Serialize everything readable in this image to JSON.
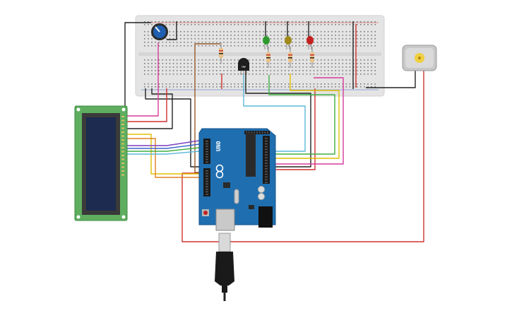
{
  "components": {
    "arduino": {
      "logo_text": "UNO",
      "brand_symbol": "infinity-logo",
      "board_color": "#1f6fb0"
    },
    "temperature_sensor": {
      "label": "TMP"
    },
    "lcd": {
      "pcb_color": "#5fae60",
      "screen_color": "#1c2b4f"
    },
    "leds": [
      {
        "name": "green-led",
        "color": "#2e9a2e"
      },
      {
        "name": "yellow-led",
        "color": "#a08a1a"
      },
      {
        "name": "red-led",
        "color": "#c42020"
      }
    ],
    "dc_motor": {
      "shaft_color": "#f0d040"
    },
    "potentiometer": {
      "knob_color": "#1f5fb0"
    }
  },
  "wire_colors": {
    "red": "#d03030",
    "black": "#222222",
    "brown": "#9a5b2a",
    "pink": "#d63c9a",
    "yellow": "#e0c000",
    "green": "#3fae3f",
    "cyan": "#5ab8d8",
    "orange": "#e08020",
    "purple": "#7a3fc0",
    "blue": "#3a62c8"
  }
}
